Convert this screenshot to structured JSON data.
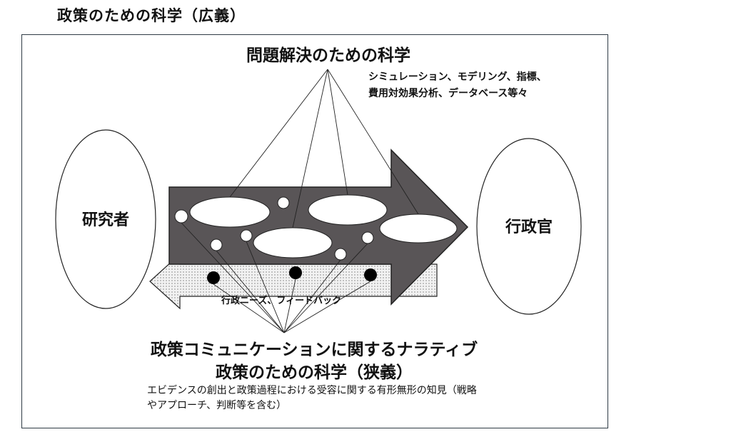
{
  "title": "政策のための科学（広義）",
  "top": {
    "heading": "問題解決のための科学",
    "note": "シミュレーション、モデリング、指標、費用対効果分析、データベース等々"
  },
  "researcher": {
    "label": "研究者"
  },
  "administrator": {
    "label": "行政官"
  },
  "feedback": {
    "label": "行政ニーズ、フィードバック"
  },
  "bottom": {
    "heading_1": "政策コミュニケーションに関するナラティブ",
    "heading_2": "政策のための科学（狭義）",
    "note": "エビデンスの創出と政策過程における受容に関する有形無形の知見（戦略やアプローチ、判断等を含む）"
  },
  "colors": {
    "forward_arrow": "#595557",
    "feedback_arrow": "#ececec",
    "frame": "#2f3b45"
  }
}
